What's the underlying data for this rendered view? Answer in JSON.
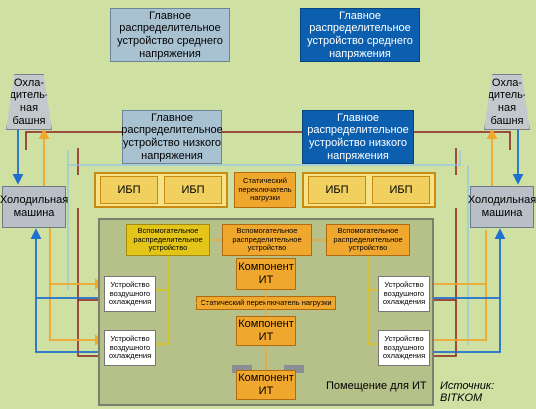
{
  "mv_grey": "Главное распределительное устройство среднего напряжения",
  "mv_blue": "Главное распределительное устройство среднего напряжения",
  "lv_grey": "Главное распределительное устройство низкого напряжения",
  "lv_blue": "Главное распределительное устройство низкого напряжения",
  "tower": "Охла-дитель-ная башня",
  "chiller": "Холодильная машина",
  "ups": "ИБП",
  "sts_top": "Статический переключатель нагрузки",
  "aux": "Вспомогательное распределительное устройство",
  "it": "Компонент ИТ",
  "sts_mid": "Статический переключатель нагрузки",
  "cool": "Устройство воздушного охлаждения",
  "room": "Помещение для ИТ",
  "source": "Источник: BITKOM",
  "colors": {
    "blue": "#0b5fae",
    "orange": "#f0a72e",
    "dark_red": "#8a1a1a",
    "light_blue": "#8fc3ee"
  }
}
